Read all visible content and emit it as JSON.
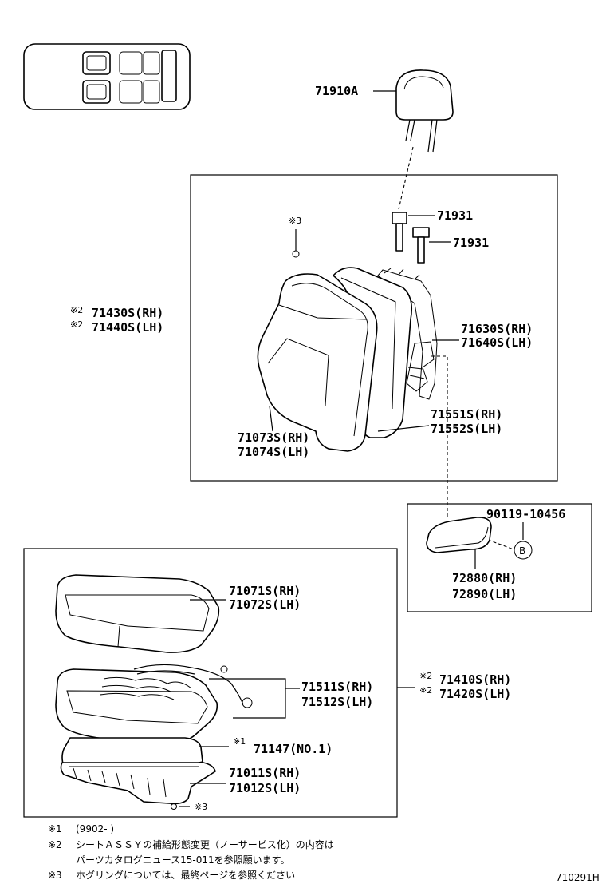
{
  "parts": {
    "headrest": "71910A",
    "support_1": "71931",
    "support_2": "71931",
    "back_assy_mark": "※2",
    "back_assy_rh": "71430S(RH)",
    "back_assy_lh": "71440S(LH)",
    "hog_ring_mark_top": "※3",
    "back_frame_rh": "71630S(RH)",
    "back_frame_lh": "71640S(LH)",
    "back_pad_rh": "71551S(RH)",
    "back_pad_lh": "71552S(LH)",
    "back_cover_rh": "71073S(RH)",
    "back_cover_lh": "71074S(LH)",
    "screw": "90119-10456",
    "screw_ref": "B",
    "armrest_rh": "72880(RH)",
    "armrest_lh": "72890(LH)",
    "cushion_cover_rh": "71071S(RH)",
    "cushion_cover_lh": "71072S(LH)",
    "cushion_pad_rh": "71511S(RH)",
    "cushion_pad_lh": "71512S(LH)",
    "cushion_assy_mark": "※2",
    "cushion_assy_rh": "71410S(RH)",
    "cushion_assy_lh": "71420S(LH)",
    "pad_mark": "※1",
    "pad_no1": "71147(NO.1)",
    "cushion_frame_rh": "71011S(RH)",
    "cushion_frame_lh": "71012S(LH)",
    "hog_ring_mark_bottom": "※3"
  },
  "notes": {
    "n1_mark": "※1",
    "n1_text": "(9902-      )",
    "n2_mark": "※2",
    "n2_line1": "シートＡＳＳＹの補給形態変更（ノーサービス化）の内容は",
    "n2_line2": "パーツカタログニュース15-011を参照願います。",
    "n3_mark": "※3",
    "n3_text": "ホグリングについては、最終ページを参照ください"
  },
  "diagram_id": "710291H",
  "colors": {
    "ink": "#000000",
    "paper": "#ffffff"
  }
}
